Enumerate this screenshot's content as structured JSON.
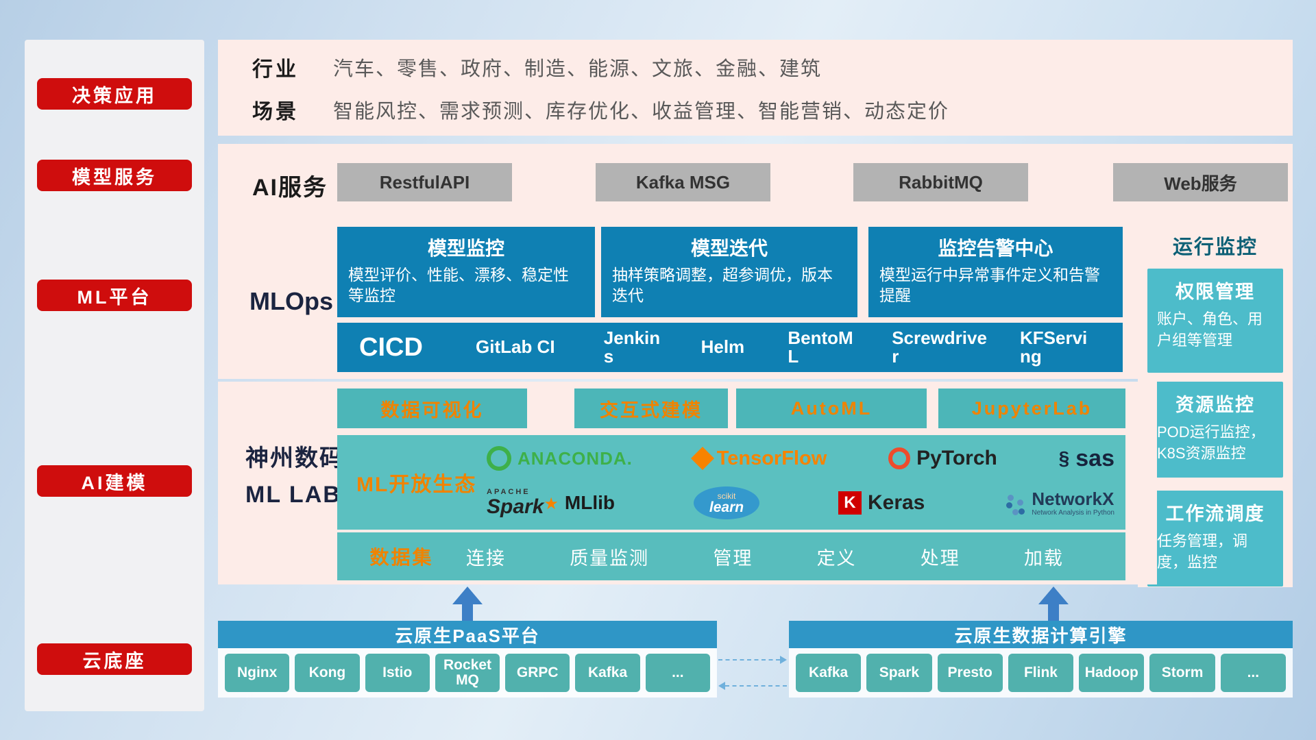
{
  "colors": {
    "badge_red": "#cf0d0d",
    "card_blue": "#0f80b3",
    "teal": "#4cb6b8",
    "orange": "#f08300",
    "panel_pink": "#fdece8",
    "bar_blue": "#2f96c6",
    "tool_teal": "#51b1ad"
  },
  "sidebar": {
    "items": [
      "决策应用",
      "模型服务",
      "ML平台",
      "AI建模",
      "云底座"
    ]
  },
  "industry": {
    "rows": [
      {
        "label": "行业",
        "content": "汽车、零售、政府、制造、能源、文旅、金融、建筑"
      },
      {
        "label": "场景",
        "content": "智能风控、需求预测、库存优化、收益管理、智能营销、动态定价"
      }
    ]
  },
  "ai_service": {
    "label": "AI服务",
    "buttons": [
      "RestfulAPI",
      "Kafka MSG",
      "RabbitMQ",
      "Web服务"
    ]
  },
  "mlops": {
    "label": "MLOps",
    "cards": [
      {
        "title": "模型监控",
        "desc": "模型评价、性能、漂移、稳定性等监控"
      },
      {
        "title": "模型迭代",
        "desc": "抽样策略调整，超参调优，版本迭代"
      },
      {
        "title": "监控告警中心",
        "desc": "模型运行中异常事件定义和告警提醒"
      }
    ],
    "cicd_label": "CICD",
    "cicd_items": [
      "GitLab CI",
      "Jenkins",
      "Helm",
      "BentoML",
      "Screwdriver",
      "KFServing"
    ]
  },
  "monitoring": {
    "title": "运行监控",
    "cards": [
      {
        "title": "权限管理",
        "desc": "账户、角色、用户组等管理"
      },
      {
        "title": "资源监控",
        "desc": "POD运行监控，K8S资源监控"
      },
      {
        "title": "工作流调度",
        "desc": "任务管理，调度，监控"
      }
    ]
  },
  "mllab": {
    "label_line1": "神州数码",
    "label_line2": "ML LAB",
    "top_buttons": [
      "数据可视化",
      "交互式建模",
      "AutoML",
      "JupyterLab"
    ],
    "ecosystem_label": "ML开放生态",
    "logos": {
      "anaconda": "ANACONDA.",
      "tensorflow": "TensorFlow",
      "pytorch": "PyTorch",
      "sas_swirl": "§",
      "sas": "sas",
      "apache": "APACHE",
      "spark": "Spark",
      "spark_star": "★",
      "mllib": "MLlib",
      "scikit": "scikit",
      "learn": "learn",
      "keras_k": "K",
      "keras": "Keras",
      "networkx": "NetworkX",
      "networkx_sub": "Network Analysis in Python"
    },
    "dataset_label": "数据集",
    "dataset_items": [
      "连接",
      "质量监测",
      "管理",
      "定义",
      "处理",
      "加载"
    ]
  },
  "cloud": {
    "paas_title": "云原生PaaS平台",
    "paas_items": [
      "Nginx",
      "Kong",
      "Istio",
      "RocketMQ",
      "GRPC",
      "Kafka",
      "..."
    ],
    "engine_title": "云原生数据计算引擎",
    "engine_items": [
      "Kafka",
      "Spark",
      "Presto",
      "Flink",
      "Hadoop",
      "Storm",
      "..."
    ]
  }
}
